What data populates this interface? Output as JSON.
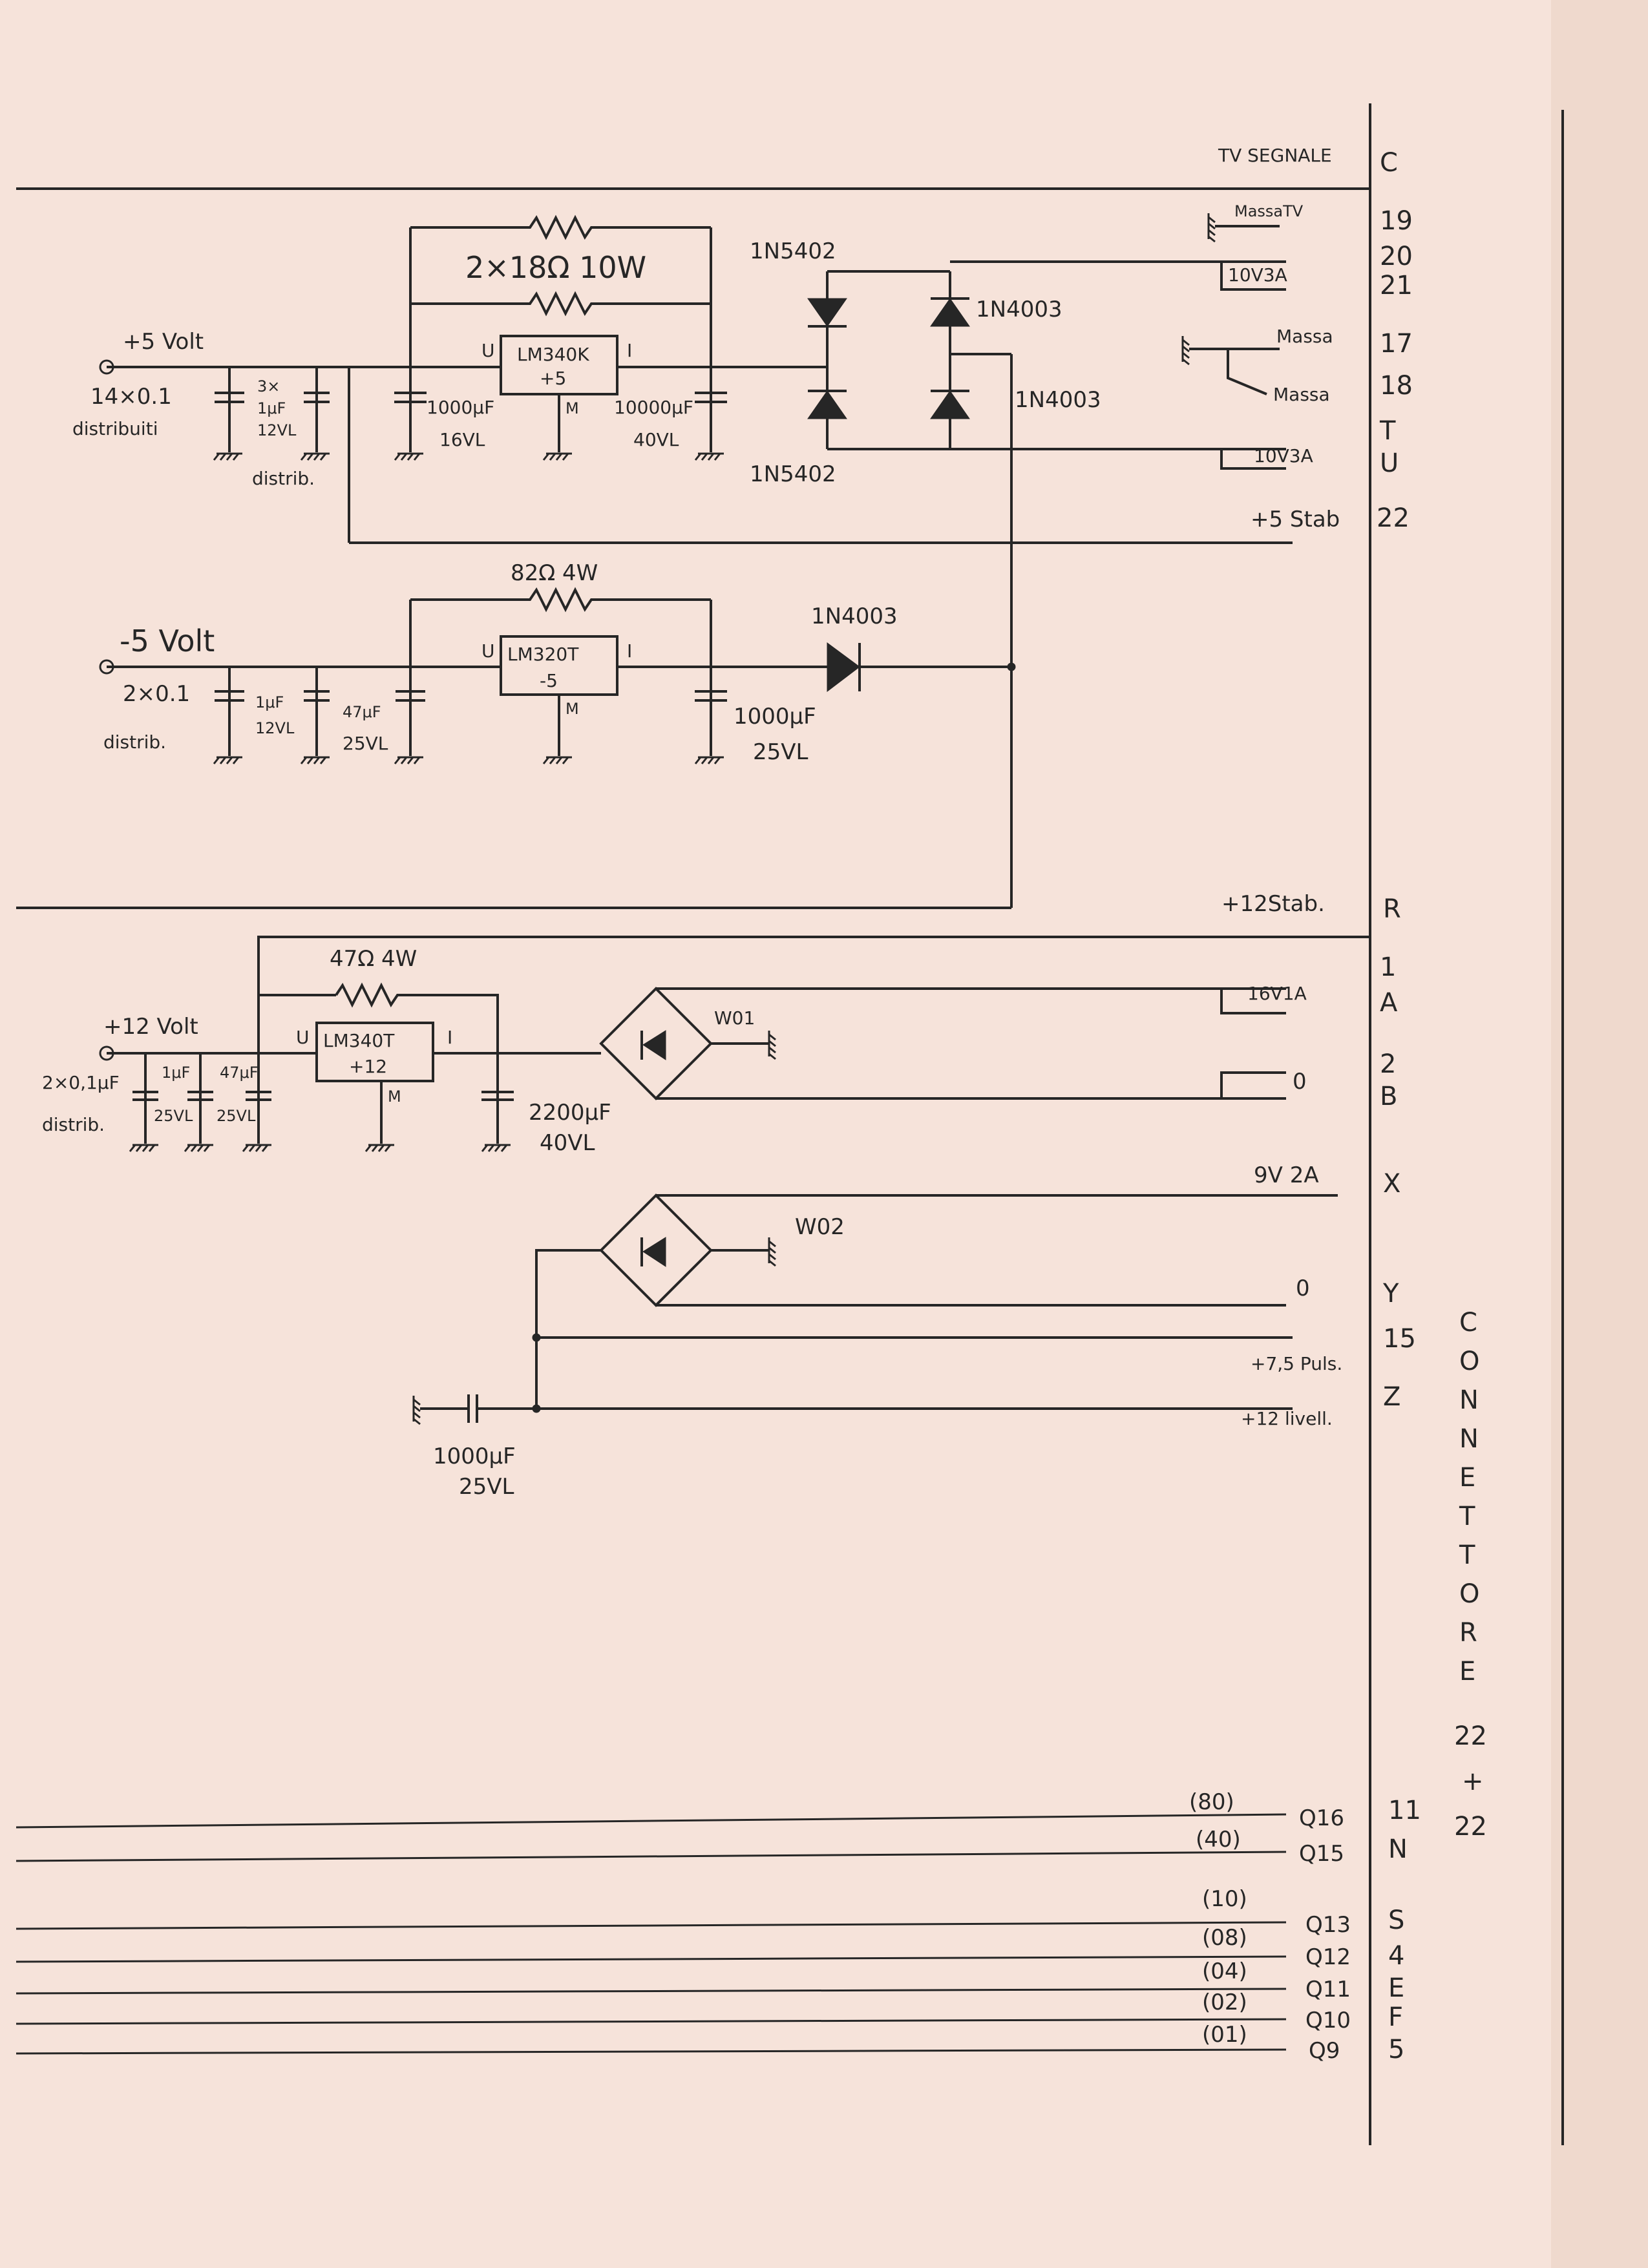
{
  "power_5v": {
    "input_label": "+5 Volt",
    "cap_note_1": "14×0.1",
    "cap_note_2": "distribuiti",
    "cap2_label_1": "3×",
    "cap2_label_2": "1μF",
    "cap2_label_3": "12VL",
    "cap2_note": "distrib.",
    "resistor_label": "2×18Ω 10W",
    "regulator_name": "LM340K",
    "regulator_out": "+5",
    "cap3_label_1": "1000μF",
    "cap3_label_2": "16VL",
    "cap4_label_1": "10000μF",
    "cap4_label_2": "40VL",
    "diode_top": "1N5402",
    "diode_bottom": "1N5402",
    "diode_right_top": "1N4003",
    "diode_right_bottom": "1N4003"
  },
  "power_neg5v": {
    "input_label": "-5 Volt",
    "cap_note_1": "2×0.1",
    "cap_note_2": "distrib.",
    "cap2_label_1": "1μF",
    "cap2_label_2": "12VL",
    "cap3_label_1": "47μF",
    "cap3_label_2": "25VL",
    "resistor_label": "82Ω 4W",
    "regulator_name": "LM320T",
    "regulator_out": "-5",
    "cap4_label_1": "1000μF",
    "cap4_label_2": "25VL",
    "diode_label": "1N4003"
  },
  "power_12v": {
    "input_label": "+12 Volt",
    "cap_note_1": "2×0,1μF",
    "cap_note_2": "distrib.",
    "cap2_label_1": "1μF",
    "cap2_label_2": "25VL",
    "cap3_label_1": "47μF",
    "cap3_label_2": "25VL",
    "resistor_label": "47Ω 4W",
    "regulator_name": "LM340T",
    "regulator_out": "+12",
    "cap4_label_1": "2200μF",
    "cap4_label_2": "40VL",
    "bridge1_label": "W01",
    "bridge2_label": "W02",
    "cap5_label_1": "1000μF",
    "cap5_label_2": "25VL"
  },
  "regulator_pins": {
    "u": "U",
    "i": "I",
    "m": "M"
  },
  "lines": [
    {
      "label": "TV SEGNALE",
      "pins": [
        "C"
      ]
    },
    {
      "label": "MassaTV",
      "pins": [
        "19"
      ]
    },
    {
      "label": "10V3A",
      "pins": [
        "20",
        "21"
      ]
    },
    {
      "label": "Massa",
      "pins": [
        "17"
      ]
    },
    {
      "label": "Massa",
      "pins": [
        "18"
      ]
    },
    {
      "label": "10V3A",
      "pins": [
        "T",
        "U"
      ]
    },
    {
      "label": "+5 Stab",
      "pins": [
        "22"
      ]
    },
    {
      "label": "+12Stab.",
      "pins": [
        "R"
      ]
    },
    {
      "label": "16V1A",
      "pins": [
        "1",
        "A"
      ]
    },
    {
      "label": "0",
      "pins": [
        "2",
        "B"
      ]
    },
    {
      "label": "9V 2A",
      "pins": [
        "X"
      ]
    },
    {
      "label": "0",
      "pins": [
        "Y"
      ]
    },
    {
      "label": "+7,5 Puls.",
      "pins": [
        "15"
      ]
    },
    {
      "label": "+12 livell.",
      "pins": [
        "Z"
      ]
    }
  ],
  "bus_lines": [
    {
      "weight": "(80)",
      "name": "Q16",
      "pin": "11"
    },
    {
      "weight": "(40)",
      "name": "Q15",
      "pin": "N"
    },
    {
      "weight": "(10)",
      "name": "Q13",
      "pin": "S"
    },
    {
      "weight": "(08)",
      "name": "Q12",
      "pin": "4"
    },
    {
      "weight": "(04)",
      "name": "Q11",
      "pin": "E"
    },
    {
      "weight": "(02)",
      "name": "Q10",
      "pin": "F"
    },
    {
      "weight": "(01)",
      "name": "Q9",
      "pin": "5"
    }
  ],
  "connector": {
    "letters": [
      "C",
      "O",
      "N",
      "N",
      "E",
      "T",
      "T",
      "O",
      "R",
      "E"
    ],
    "size_top": "22",
    "size_sep": "+",
    "size_bottom": "22"
  }
}
